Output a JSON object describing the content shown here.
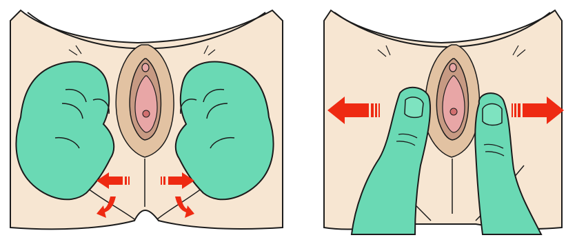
{
  "colors": {
    "skin": "#f7e6d2",
    "outline": "#1b1b1b",
    "glove": "#6ad9b4",
    "mucosa": "#e8a6a6",
    "labia": "#e2c2a2",
    "arrow": "#ee2a12"
  },
  "panels": [
    {
      "name": "left",
      "glove_count": 2,
      "arrow_count": 4
    },
    {
      "name": "right",
      "glove_count": 2,
      "arrow_count": 2
    }
  ]
}
